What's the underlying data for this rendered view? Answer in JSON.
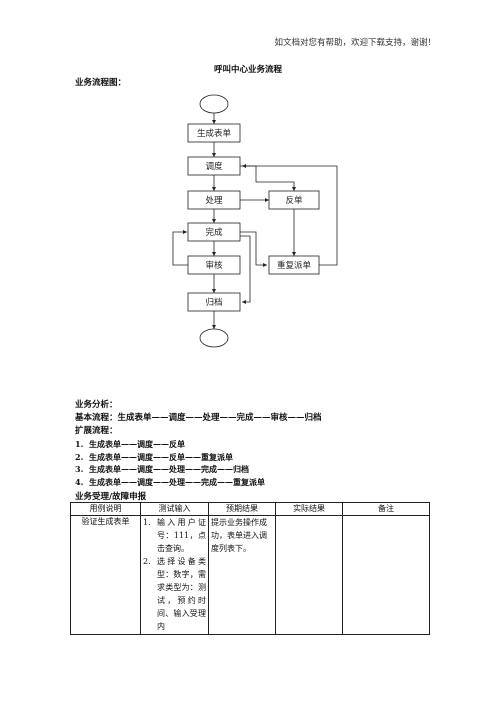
{
  "header_note": "如文档对您有帮助，欢迎下载支持，谢谢！",
  "title": "呼叫中心业务流程",
  "flow_heading": "业务流程图：",
  "flow": {
    "generate": "生成表单",
    "dispatch": "调度",
    "process": "处理",
    "complete": "完成",
    "review": "审核",
    "archive": "归档",
    "reject": "反单",
    "redispatch": "重复派单"
  },
  "analysis_heading": "业务分析：",
  "basic_flow": "基本流程：生成表单——调度——处理——完成——审核——归档",
  "ext_heading": "扩展流程：",
  "ext_flows": [
    {
      "num": "1.",
      "text": "生成表单——调度——反单"
    },
    {
      "num": "2.",
      "text": "生成表单——调度——反单——重复派单"
    },
    {
      "num": "3.",
      "text": "生成表单——调度——处理——完成——归档"
    },
    {
      "num": "4.",
      "text": "生成表单——调度——处理——完成——重复派单"
    }
  ],
  "table_heading": "业务受理/故障申报",
  "table": {
    "headers": [
      "用例说明",
      "测试输入",
      "预期结果",
      "实际结果",
      "备注"
    ],
    "row": {
      "case": "验证生成表单",
      "steps": [
        {
          "num": "1.",
          "text": "输入用户证号：111，点击查询。"
        },
        {
          "num": "2.",
          "text": "选择设备类型：数字，需求类型为：测试，预约时间、输入受理内"
        }
      ],
      "expected": "提示业务操作成功，表单进入调度列表下。",
      "actual": "",
      "remark": ""
    }
  }
}
